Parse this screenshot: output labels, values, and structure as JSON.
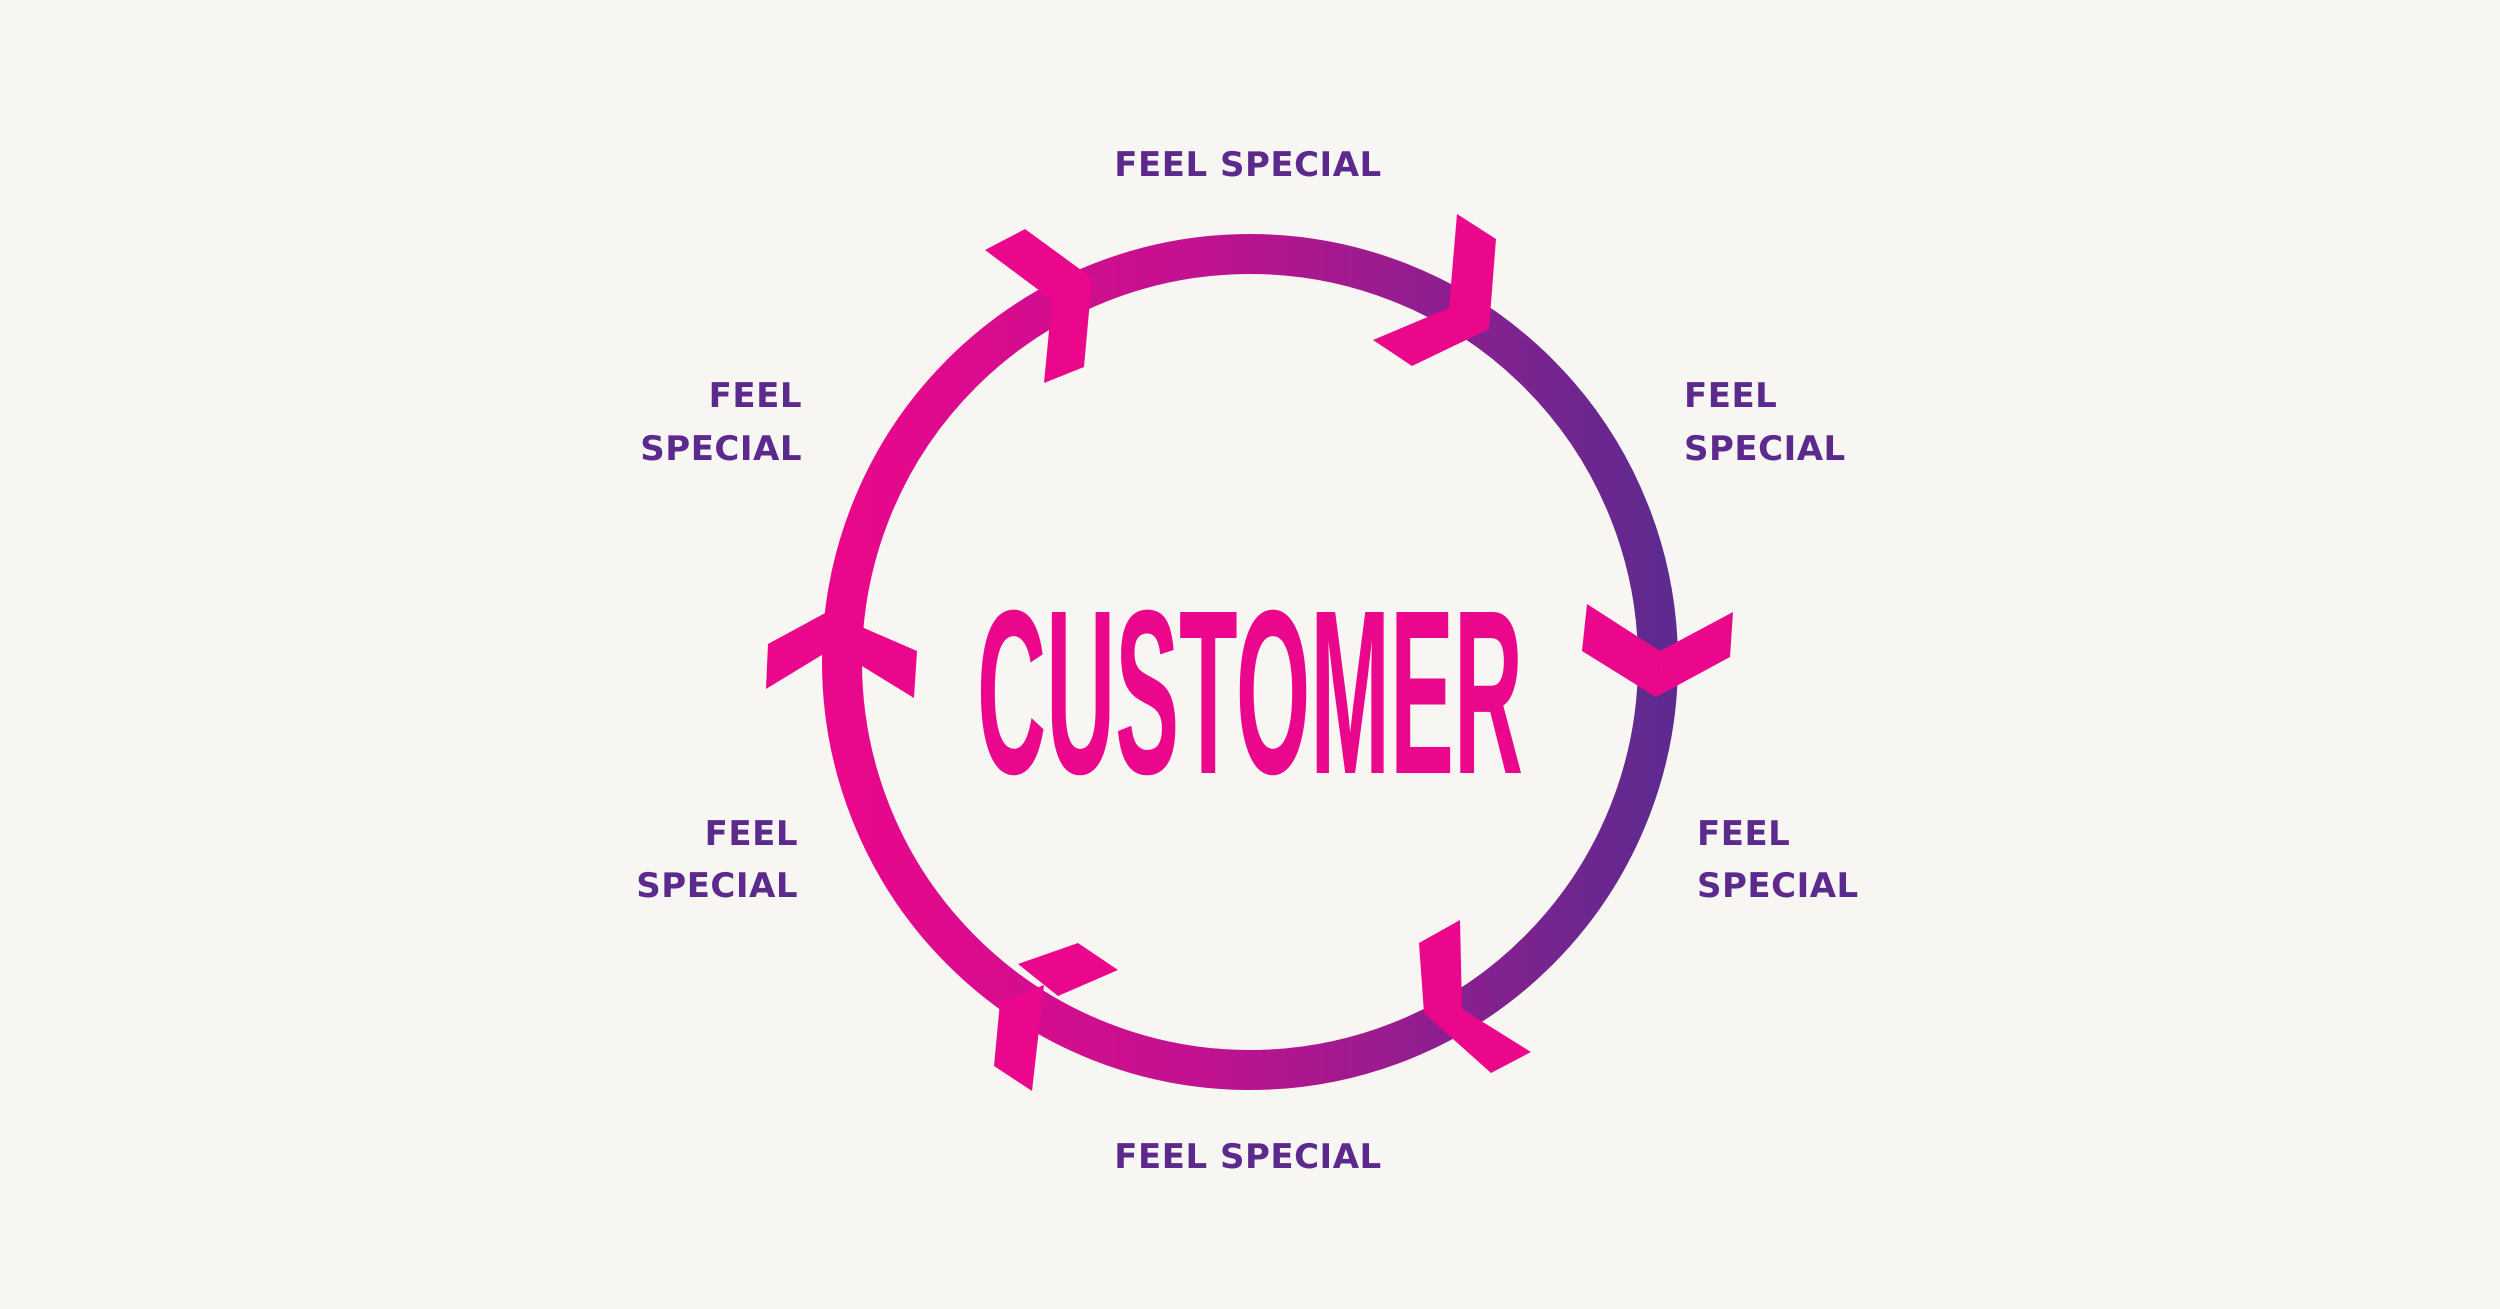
{
  "center_text": "CUSTOMER",
  "labels": {
    "top": "FEEL SPECIAL",
    "upper_right_1": "FEEL",
    "upper_right_2": "SPECIAL",
    "lower_right_1": "FEEL",
    "lower_right_2": "SPECIAL",
    "bottom": "FEEL SPECIAL",
    "lower_left_1": "FEEL",
    "lower_left_2": "SPECIAL",
    "upper_left_1": "FEEL",
    "upper_left_2": "SPECIAL"
  },
  "colors": {
    "background": "#f7f6f2",
    "pink": "#ea078c",
    "purple": "#5b2a8c"
  }
}
